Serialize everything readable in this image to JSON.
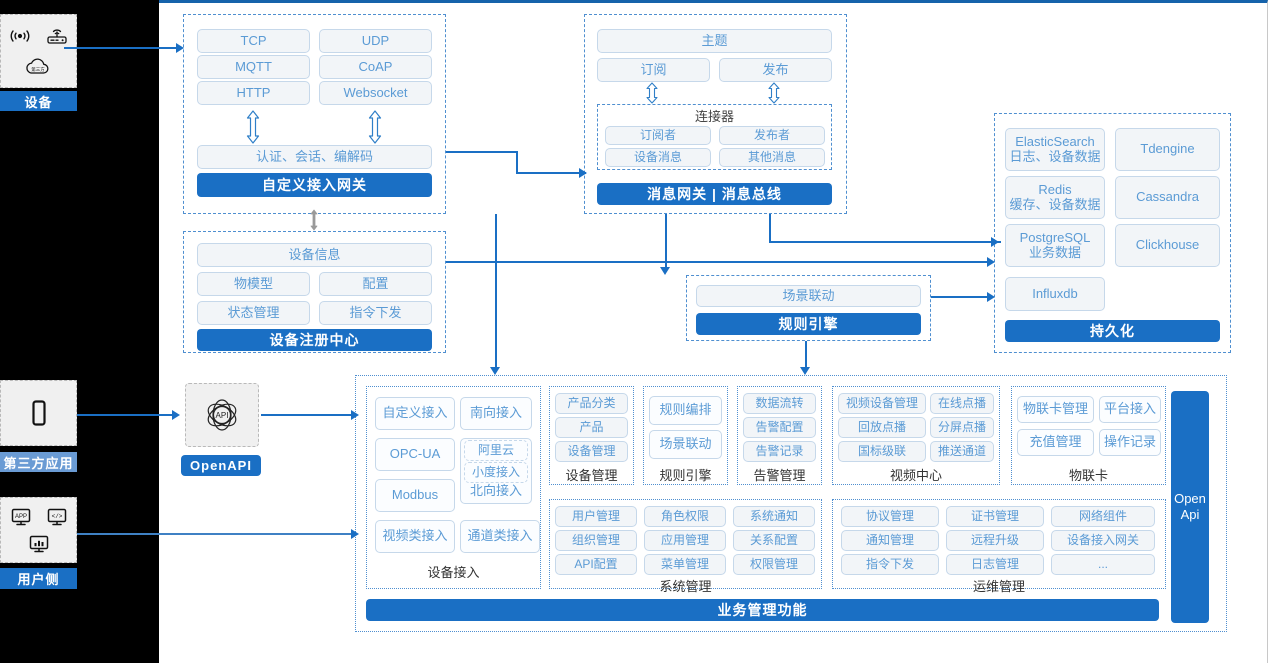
{
  "left_rail": {
    "blocks": [
      {
        "id": "device",
        "label": "设备",
        "badge_style": "solid",
        "icons": [
          "wireless-signal-icon",
          "router-icon",
          "cloud-icon"
        ]
      },
      {
        "id": "third-party-app",
        "label": "第三方应用",
        "badge_style": "light",
        "icons": [
          "mobile-phone-icon"
        ]
      },
      {
        "id": "user-side",
        "label": "用户侧",
        "badge_style": "solid",
        "icons": [
          "app-monitor-icon",
          "code-monitor-icon",
          "chart-monitor-icon"
        ]
      }
    ]
  },
  "access_gateway": {
    "protocols": [
      "TCP",
      "UDP",
      "MQTT",
      "CoAP",
      "HTTP",
      "Websocket"
    ],
    "middle": "认证、会话、编解码",
    "bar": "自定义接入网关"
  },
  "message_bus": {
    "topic": "主题",
    "subscribe": "订阅",
    "publish": "发布",
    "connector_title": "连接器",
    "connector_items": [
      "订阅者",
      "发布者",
      "设备消息",
      "其他消息"
    ],
    "bar": "消息网关 | 消息总线"
  },
  "device_registry": {
    "info": "设备信息",
    "items": [
      "物模型",
      "配置",
      "状态管理",
      "指令下发"
    ],
    "bar": "设备注册中心"
  },
  "rule_engine": {
    "item": "场景联动",
    "bar": "规则引擎"
  },
  "persistence": {
    "stores": [
      {
        "name": "ElasticSearch",
        "desc": "日志、设备数据"
      },
      {
        "name": "Tdengine",
        "desc": ""
      },
      {
        "name": "Redis",
        "desc": "缓存、设备数据"
      },
      {
        "name": "Cassandra",
        "desc": ""
      },
      {
        "name": "PostgreSQL",
        "desc": "业务数据"
      },
      {
        "name": "Clickhouse",
        "desc": ""
      },
      {
        "name": "Influxdb",
        "desc": ""
      }
    ],
    "bar": "持久化"
  },
  "openapi": {
    "icon": "api-atom-icon",
    "badge": "OpenAPI",
    "side_bar_line1": "Open",
    "side_bar_line2": "Api"
  },
  "business": {
    "bar": "业务管理功能",
    "columns_top": [
      {
        "caption": "设备接入",
        "cells": [
          {
            "label": "自定义接入",
            "style": "plain"
          },
          {
            "label": "南向接入",
            "style": "plain"
          },
          {
            "label": "OPC-UA",
            "style": "plain"
          },
          {
            "label": "阿里云",
            "style": "dash"
          },
          {
            "label": "小度接入",
            "style": "dash"
          },
          {
            "label": "北向接入",
            "style": "plain"
          },
          {
            "label": "Modbus",
            "style": "plain"
          },
          {
            "label": "视频类接入",
            "style": "plain"
          },
          {
            "label": "通道类接入",
            "style": "plain"
          }
        ]
      },
      {
        "caption": "设备管理",
        "cells": [
          {
            "label": "产品分类",
            "style": "plain"
          },
          {
            "label": "产品",
            "style": "plain"
          },
          {
            "label": "设备管理",
            "style": "plain"
          }
        ]
      },
      {
        "caption": "规则引擎",
        "cells": [
          {
            "label": "规则编排",
            "style": "plain"
          },
          {
            "label": "场景联动",
            "style": "plain"
          }
        ]
      },
      {
        "caption": "告警管理",
        "cells": [
          {
            "label": "数据流转",
            "style": "plain"
          },
          {
            "label": "告警配置",
            "style": "plain"
          },
          {
            "label": "告警记录",
            "style": "plain"
          }
        ]
      },
      {
        "caption": "视频中心",
        "cells": [
          {
            "label": "视频设备管理",
            "style": "plain"
          },
          {
            "label": "在线点播",
            "style": "plain"
          },
          {
            "label": "回放点播",
            "style": "plain"
          },
          {
            "label": "分屏点播",
            "style": "plain"
          },
          {
            "label": "国标级联",
            "style": "plain"
          },
          {
            "label": "推送通道",
            "style": "plain"
          }
        ]
      },
      {
        "caption": "物联卡",
        "cells": [
          {
            "label": "物联卡管理",
            "style": "plain"
          },
          {
            "label": "平台接入",
            "style": "plain"
          },
          {
            "label": "充值管理",
            "style": "plain"
          },
          {
            "label": "操作记录",
            "style": "plain"
          }
        ]
      }
    ],
    "columns_bottom": [
      {
        "caption": "系统管理",
        "cells": [
          {
            "label": "用户管理",
            "style": "plain"
          },
          {
            "label": "角色权限",
            "style": "plain"
          },
          {
            "label": "系统通知",
            "style": "plain"
          },
          {
            "label": "组织管理",
            "style": "plain"
          },
          {
            "label": "应用管理",
            "style": "plain"
          },
          {
            "label": "关系配置",
            "style": "plain"
          },
          {
            "label": "API配置",
            "style": "plain"
          },
          {
            "label": "菜单管理",
            "style": "plain"
          },
          {
            "label": "权限管理",
            "style": "plain"
          }
        ]
      },
      {
        "caption": "运维管理",
        "cells": [
          {
            "label": "协议管理",
            "style": "plain"
          },
          {
            "label": "证书管理",
            "style": "plain"
          },
          {
            "label": "网络组件",
            "style": "plain"
          },
          {
            "label": "通知管理",
            "style": "plain"
          },
          {
            "label": "远程升级",
            "style": "plain"
          },
          {
            "label": "设备接入网关",
            "style": "plain"
          },
          {
            "label": "指令下发",
            "style": "plain"
          },
          {
            "label": "日志管理",
            "style": "plain"
          },
          {
            "label": "...",
            "style": "plain"
          }
        ]
      }
    ]
  },
  "colors": {
    "accent": "#1a6fc4",
    "accent_light": "#6a9bd4",
    "chip_text": "#5b9bd5",
    "chip_border": "#c6d8ea",
    "chip_bg": "#f2f5f8",
    "dashed_border": "#4f8fd0",
    "rail_bg": "#000000",
    "stage_bg": "#ffffff"
  }
}
